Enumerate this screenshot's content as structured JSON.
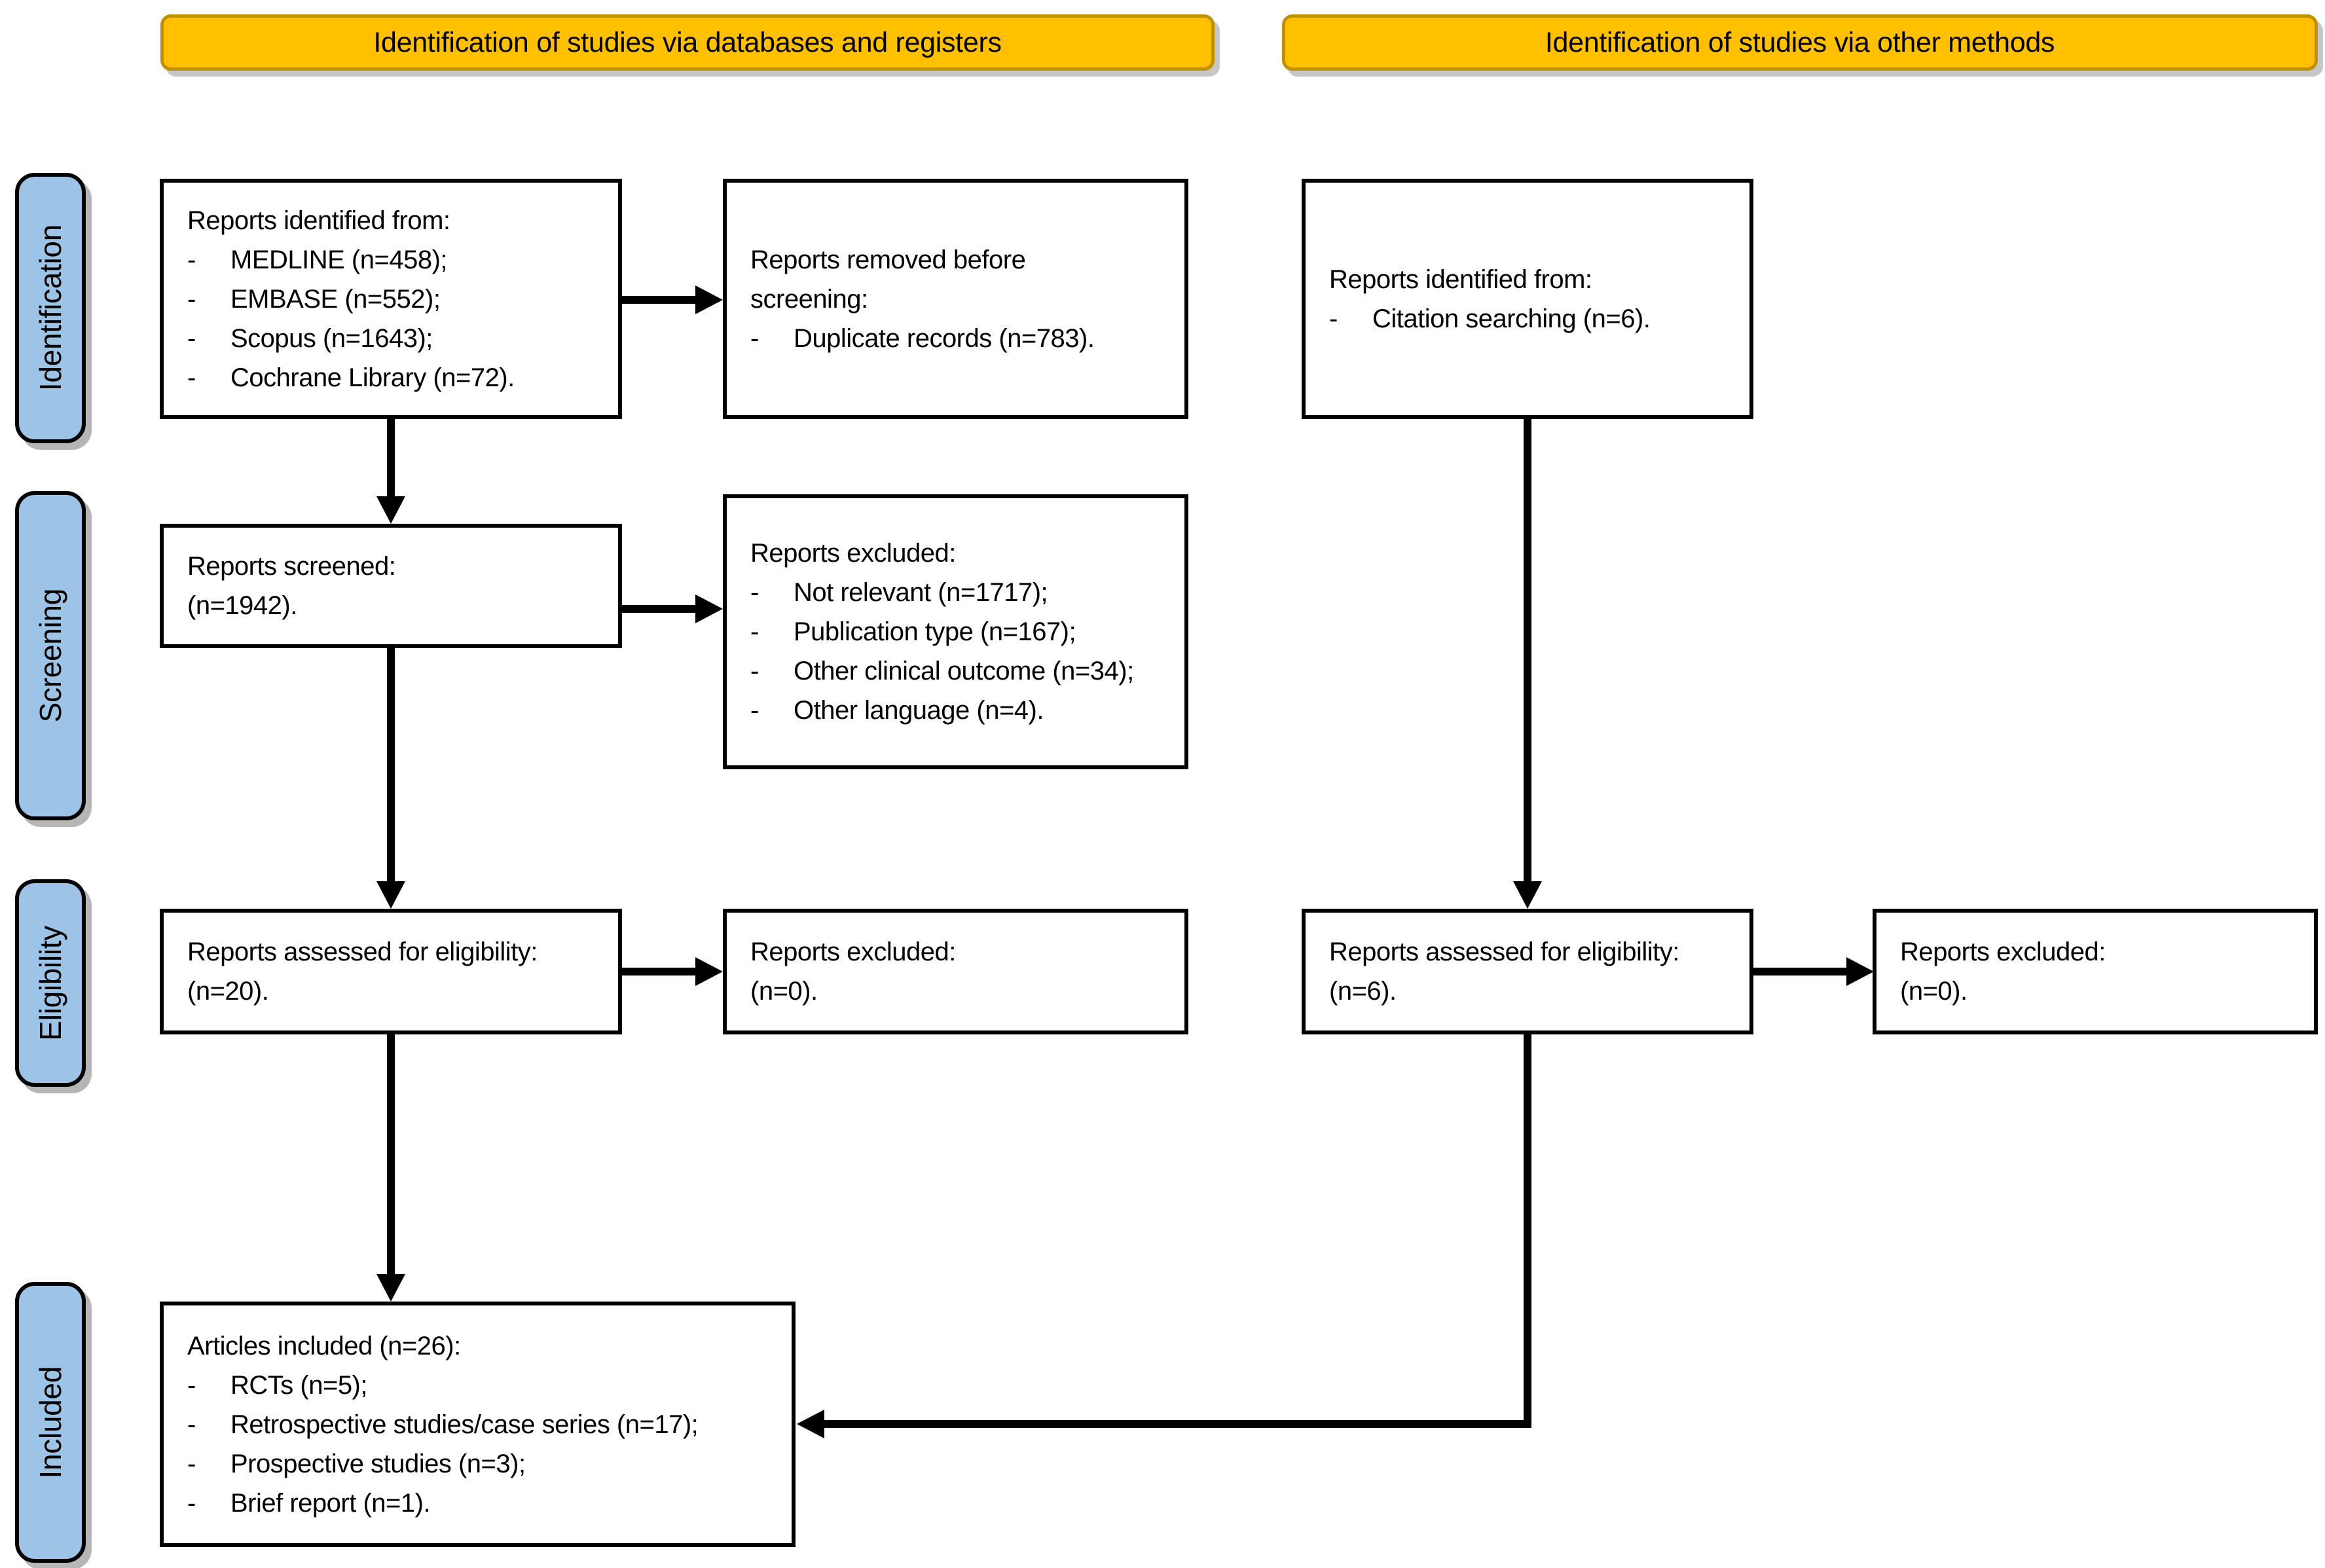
{
  "bullet_char": "-",
  "headers": [
    {
      "label": "Identification of studies via databases and registers"
    },
    {
      "label": "Identification of studies via other methods"
    }
  ],
  "stages": [
    {
      "label": "Identification"
    },
    {
      "label": "Screening"
    },
    {
      "label": "Eligibility"
    },
    {
      "label": "Included"
    }
  ],
  "boxes": {
    "db_identified": {
      "lines": [
        "Reports identified from:"
      ],
      "bullets": [
        "MEDLINE (n=458);",
        "EMBASE (n=552);",
        "Scopus (n=1643);",
        "Cochrane Library (n=72)."
      ]
    },
    "removed_before_screening": {
      "lines": [
        "Reports removed before",
        "screening:"
      ],
      "bullets": [
        "Duplicate records (n=783)."
      ]
    },
    "other_identified": {
      "lines": [
        "Reports identified from:"
      ],
      "bullets": [
        "Citation searching (n=6)."
      ]
    },
    "screened": {
      "lines": [
        "Reports screened:",
        "(n=1942)."
      ]
    },
    "screening_excluded": {
      "lines": [
        "Reports excluded:"
      ],
      "bullets": [
        "Not relevant (n=1717);",
        "Publication type (n=167);",
        "Other clinical outcome (n=34);",
        "Other language (n=4)."
      ]
    },
    "db_assessed": {
      "lines": [
        "Reports assessed for eligibility:",
        "(n=20)."
      ]
    },
    "db_assessed_excluded": {
      "lines": [
        "Reports excluded:",
        "(n=0)."
      ]
    },
    "other_assessed": {
      "lines": [
        "Reports assessed for eligibility:",
        "(n=6)."
      ]
    },
    "other_assessed_excluded": {
      "lines": [
        "Reports excluded:",
        "(n=0)."
      ]
    },
    "included": {
      "lines": [
        "Articles included (n=26):"
      ],
      "bullets": [
        "RCTs (n=5);",
        "Retrospective studies/case series (n=17);",
        "Prospective studies (n=3);",
        "Brief report (n=1)."
      ]
    }
  },
  "colors": {
    "header_bg": "#FFC000",
    "header_border": "#BF9000",
    "stage_bg": "#9DC3E6",
    "stage_border": "#000000",
    "box_bg": "#FFFFFF",
    "box_border": "#000000",
    "arrow": "#000000",
    "text": "#000000"
  }
}
